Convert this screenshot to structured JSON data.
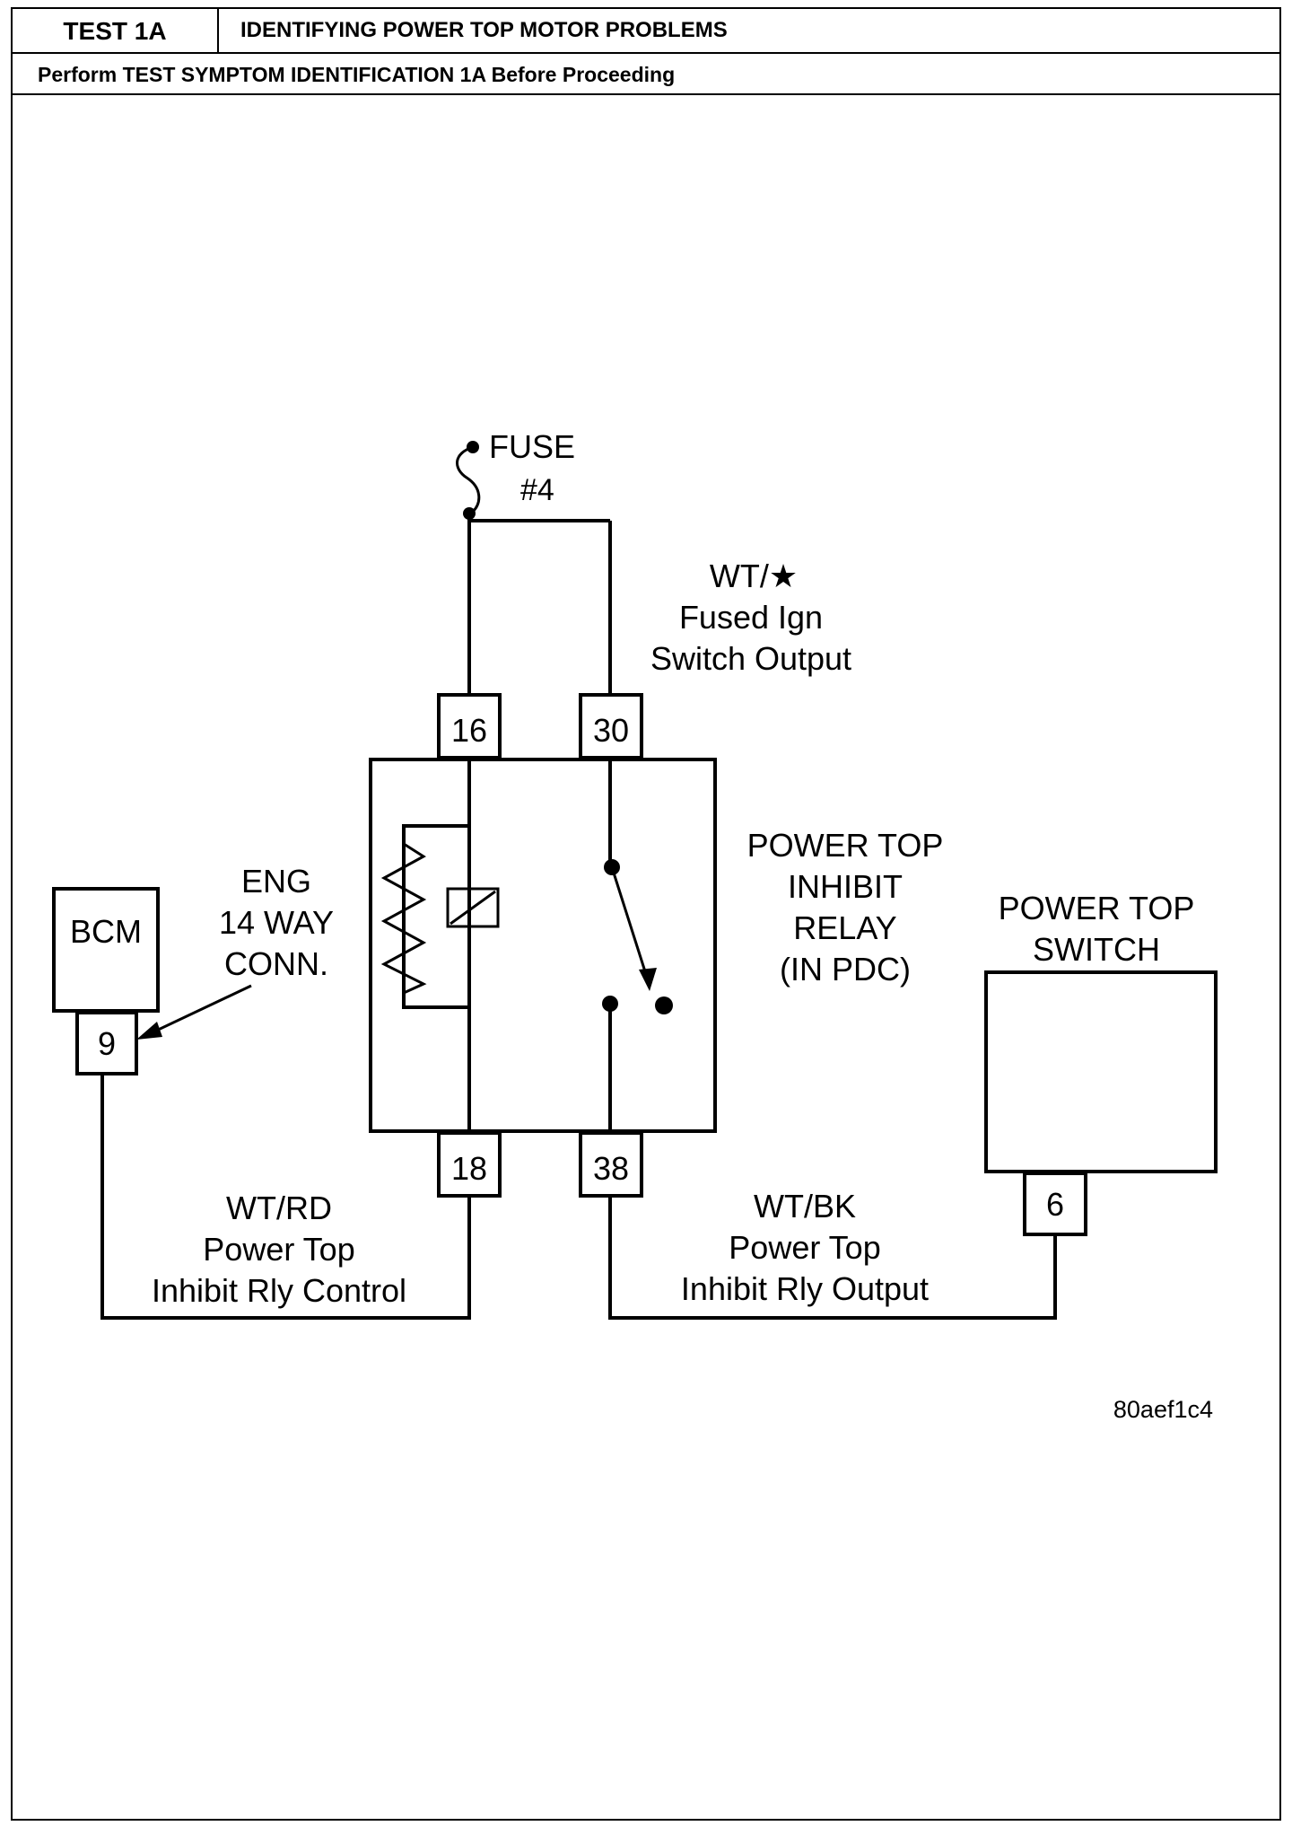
{
  "header": {
    "test_label": "TEST 1A",
    "title": "IDENTIFYING POWER TOP MOTOR PROBLEMS",
    "note": "Perform TEST SYMPTOM IDENTIFICATION 1A Before Proceeding"
  },
  "diagram": {
    "fuse_label_1": "FUSE",
    "fuse_label_2": "#4",
    "wire_top_1": "WT/★",
    "wire_top_2": "Fused Ign",
    "wire_top_3": "Switch Output",
    "pin_16": "16",
    "pin_30": "30",
    "pin_18": "18",
    "pin_38": "38",
    "pin_9": "9",
    "pin_6": "6",
    "bcm_label": "BCM",
    "conn_1": "ENG",
    "conn_2": "14 WAY",
    "conn_3": "CONN.",
    "relay_1": "POWER TOP",
    "relay_2": "INHIBIT",
    "relay_3": "RELAY",
    "relay_4": "(IN PDC)",
    "switch_1": "POWER TOP",
    "switch_2": "SWITCH",
    "wire_left_1": "WT/RD",
    "wire_left_2": "Power Top",
    "wire_left_3": "Inhibit Rly Control",
    "wire_right_1": "WT/BK",
    "wire_right_2": "Power Top",
    "wire_right_3": "Inhibit Rly Output",
    "figure_code": "80aef1c4"
  }
}
